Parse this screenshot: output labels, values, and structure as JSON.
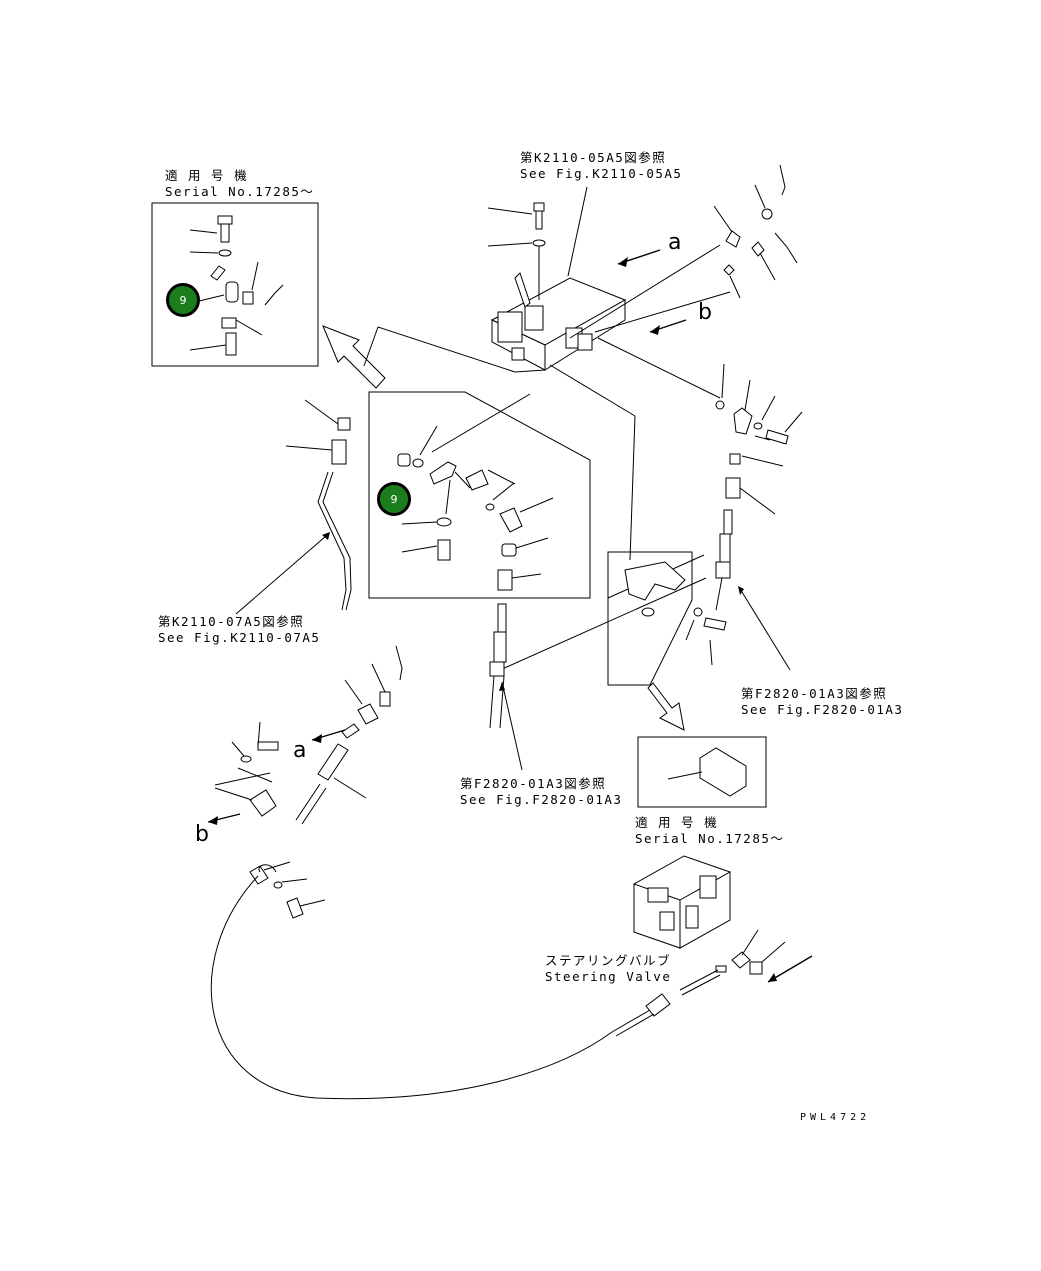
{
  "labels": {
    "ref_k2110_05a5_jp": "第K2110-05A5図参照",
    "ref_k2110_05a5_en": "See Fig.K2110-05A5",
    "ref_k2110_07a5_jp": "第K2110-07A5図参照",
    "ref_k2110_07a5_en": "See Fig.K2110-07A5",
    "ref_f2820_right_jp": "第F2820-01A3図参照",
    "ref_f2820_right_en": "See Fig.F2820-01A3",
    "ref_f2820_center_jp": "第F2820-01A3図参照",
    "ref_f2820_center_en": "See Fig.F2820-01A3",
    "serial_top_jp": "適 用 号 機",
    "serial_top_en": "Serial No.17285～",
    "serial_bottom_jp": "適 用 号 機",
    "serial_bottom_en": "Serial No.17285～",
    "steering_jp": "ステアリングバルブ",
    "steering_en": "Steering Valve",
    "letter_a_top": "a",
    "letter_b_top": "b",
    "letter_a_bottom": "a",
    "letter_b_bottom": "b",
    "drawing_code": "PWL4722"
  },
  "markers": [
    {
      "label": "9",
      "color": "#1c7d1c"
    },
    {
      "label": "9",
      "color": "#1c7d1c"
    }
  ]
}
